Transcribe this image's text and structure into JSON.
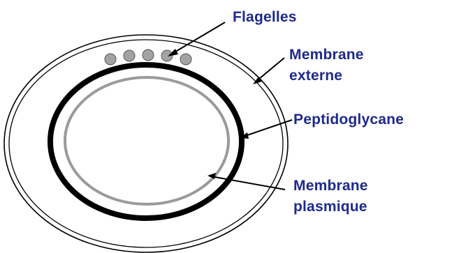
{
  "labels": {
    "flagelles": "Flagelles",
    "membrane_externe_line1": "Membrane",
    "membrane_externe_line2": "externe",
    "peptidoglycane": "Peptidoglycane",
    "membrane_plasmique_line1": "Membrane",
    "membrane_plasmique_line2": "plasmique"
  },
  "colors": {
    "label_text": "#1e2a8c",
    "outer_membrane_stroke": "#000000",
    "peptidoglycan_stroke": "#000000",
    "plasma_membrane_stroke": "#9a9a9a",
    "flagella_fill": "#a3a3a3",
    "arrow": "#000000"
  },
  "flagella_count": 5
}
